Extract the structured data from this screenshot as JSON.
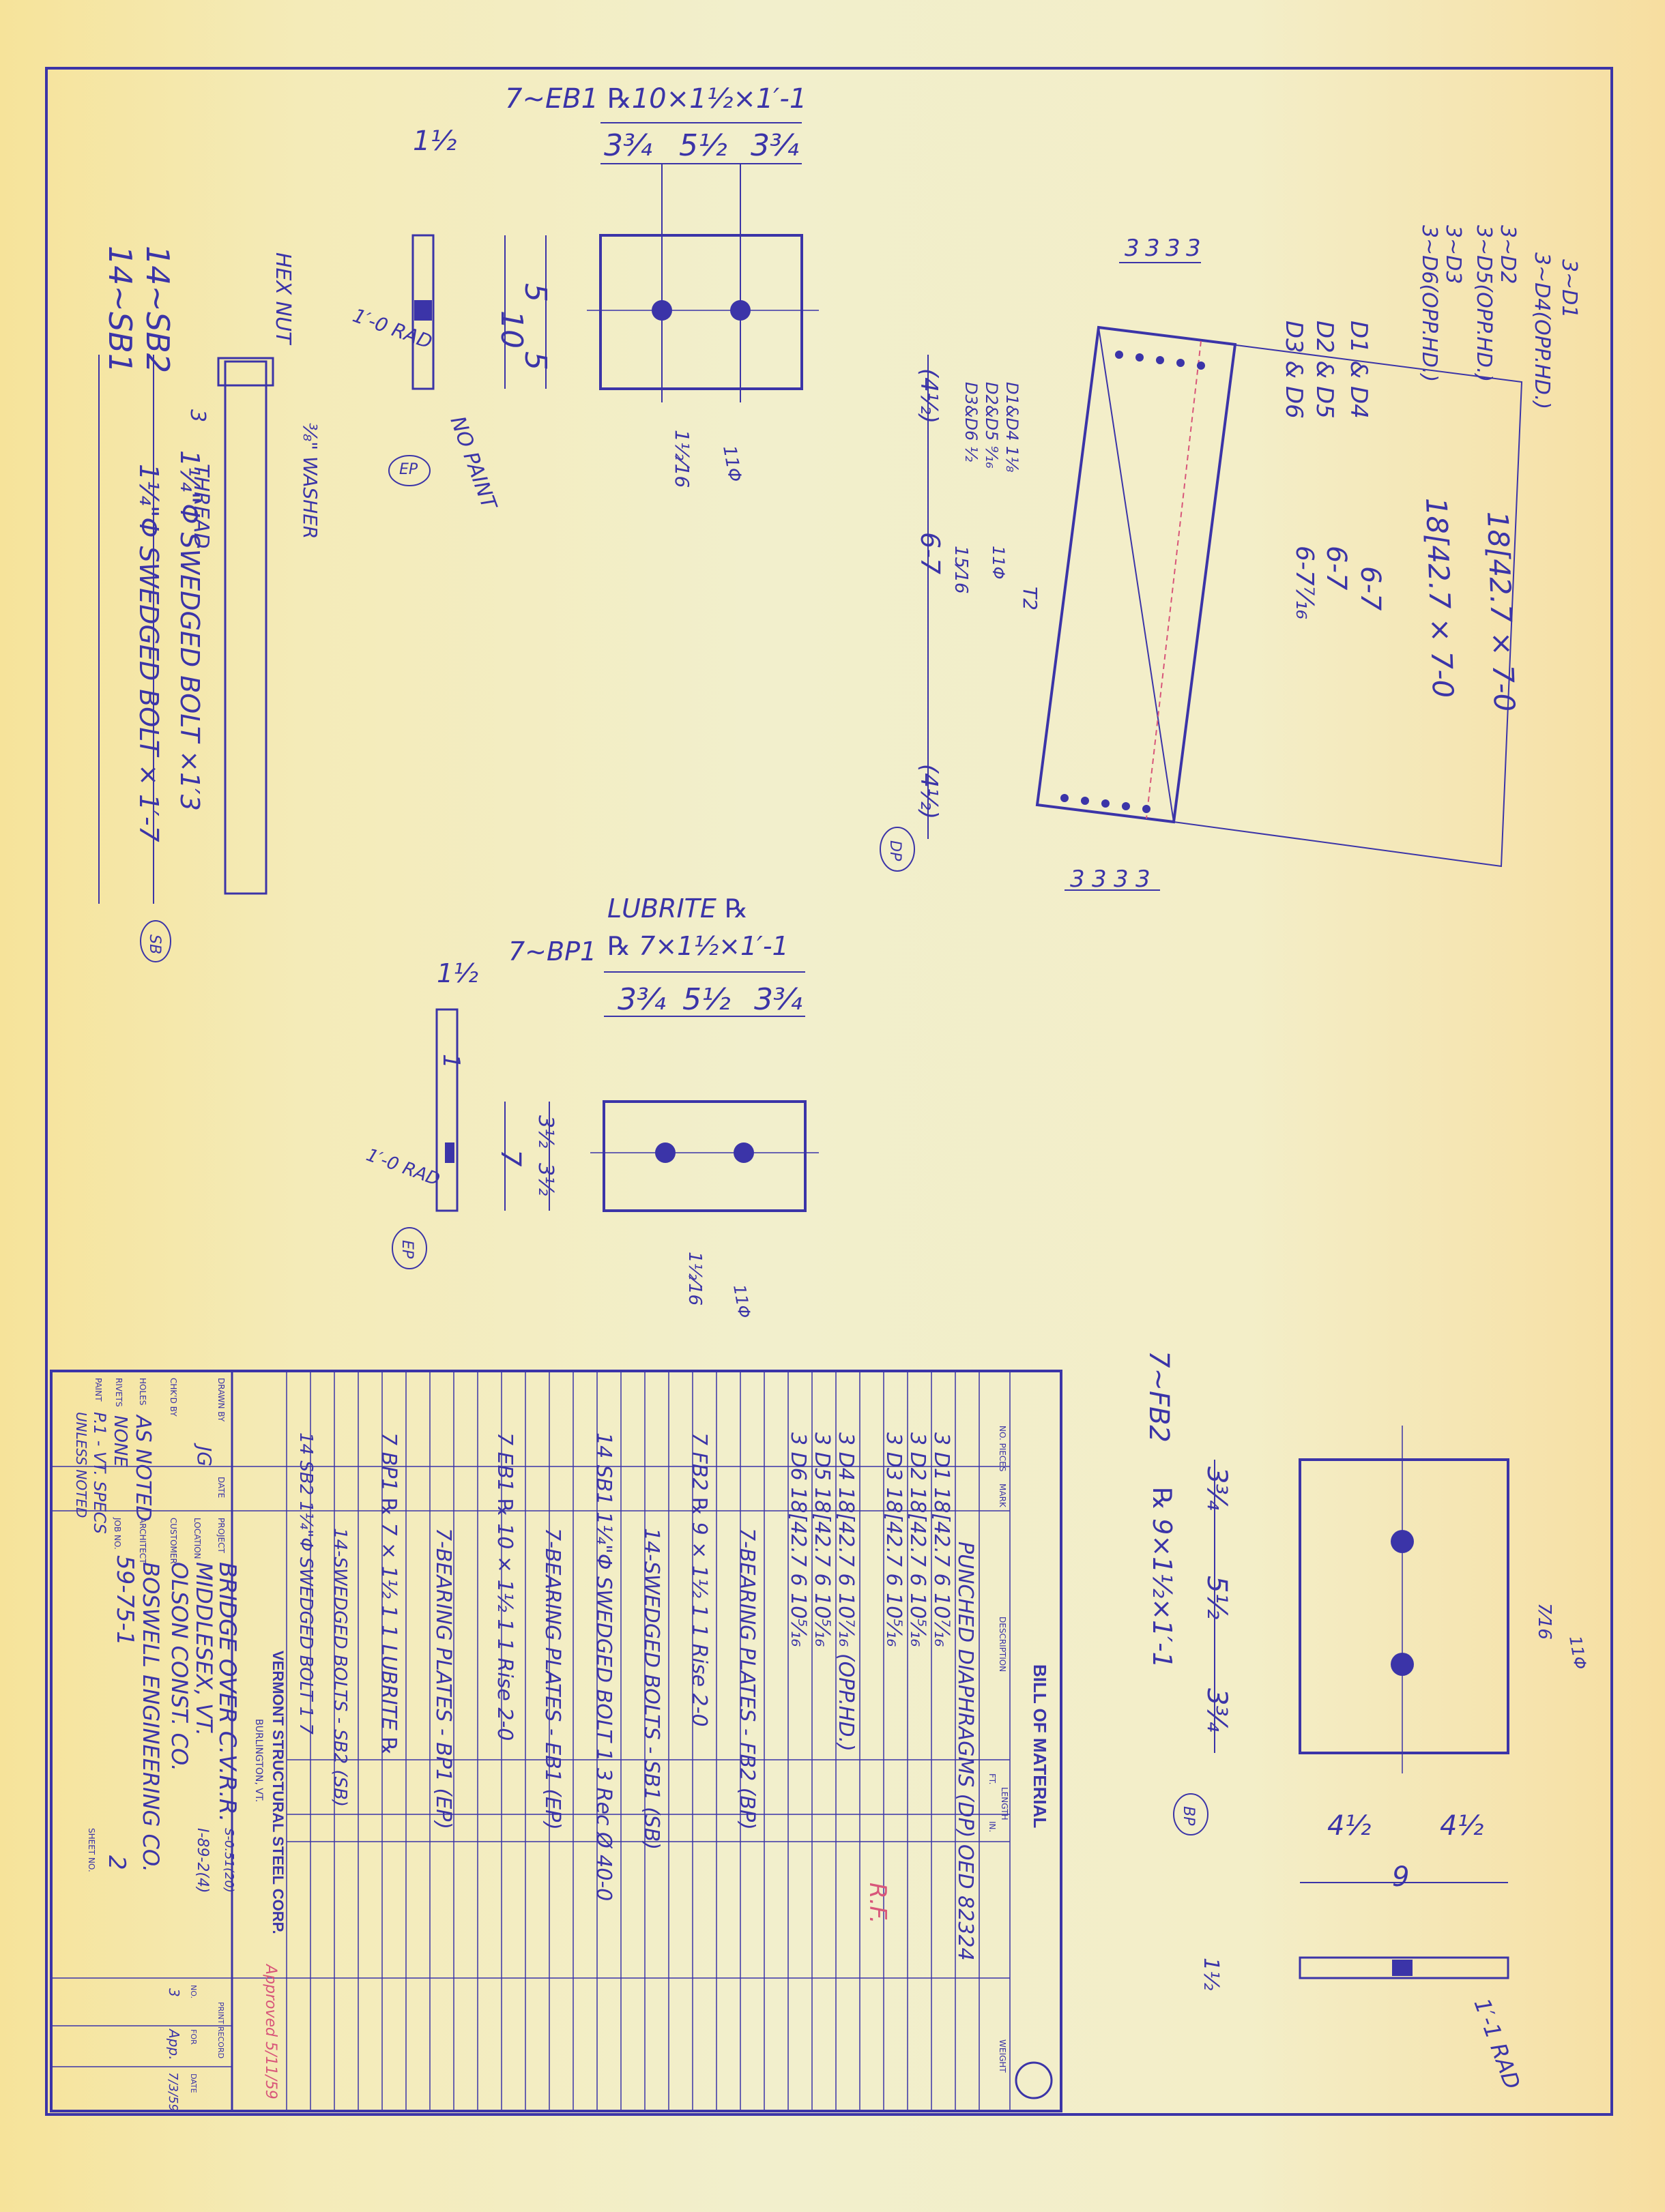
{
  "colors": {
    "ink": "#3b34a8",
    "paper": "#f2efcc",
    "paper_edge": "#f6e39a",
    "red": "#d8567a"
  },
  "ep": {
    "title": "7~EB1  ℞10×1½×1′-1",
    "top_dims": [
      "3¾",
      "5½",
      "3¾"
    ],
    "thickness": "1½",
    "side_dims": [
      "5",
      "5"
    ],
    "height": "10",
    "rad": "1′-0 RAD",
    "no_paint": "NO PAINT",
    "weld": "1½⁄16",
    "weld_sym": "11Φ",
    "tag": "EP"
  },
  "sb": {
    "marks": [
      "14~SB1",
      "14~SB2"
    ],
    "hex_nut": "HEX NUT",
    "washer": "⅜\" WASHER",
    "thread": "THREAD",
    "three": "3",
    "bolt1": "1¼\"Φ SWEDGED BOLT ×1′3",
    "bolt2": "1¼\"Φ SWEDGED BOLT × 1′-7",
    "tag": "SB"
  },
  "dp": {
    "marks": [
      "3~D1",
      "3~D4(OPP.HD.)",
      "3~D2",
      "3~D5(OPP.HD.)",
      "3~D3",
      "3~D6(OPP.HD.)"
    ],
    "hole_dims_top": [
      "3",
      "3",
      "3",
      "3"
    ],
    "hole_dims_bot": [
      "3",
      "3",
      "3",
      "3"
    ],
    "pair_marks": [
      "D1 & D4",
      "D2 & D5",
      "D3 & D6"
    ],
    "lengths": [
      "18[42.7 × 7-0",
      "18[42.7 × 7-0",
      "6-7",
      "6-7",
      "6-7⁷⁄₁₆"
    ],
    "offset_notes": [
      "D1&D4 1⅛",
      "D2&D5 ⁹⁄₁₆",
      "D3&D6 ½"
    ],
    "end_dims": [
      "(4½)",
      "6-7",
      "(4½)"
    ],
    "weld": "15⁄16",
    "weld_sym": "11Φ",
    "t2": "T2",
    "tag": "DP"
  },
  "bp": {
    "lubrite": "LUBRITE ℞",
    "title": "7~BP1",
    "plate": "℞ 7×1½×1′-1",
    "top_dims": [
      "3¾",
      "5½",
      "3¾"
    ],
    "thickness": "1½",
    "side_dims": [
      "3½",
      "3½"
    ],
    "height": "7",
    "one": "1",
    "rad": "1′-0 RAD",
    "weld": "1½⁄16",
    "weld_sym": "11Φ",
    "tag": "EP"
  },
  "fb": {
    "title": "7~FB2",
    "plate": "℞ 9×1½×1′-1",
    "dims": [
      "3¾",
      "5½",
      "3¾"
    ],
    "half_dims": [
      "4½",
      "4½"
    ],
    "width": "9",
    "thickness": "1½",
    "rad": "1′-1 RAD",
    "weld": "7⁄16",
    "weld_sym": "11Φ",
    "tag": "BP"
  },
  "bom": {
    "title": "BILL OF MATERIAL",
    "headers": [
      "NO. PIECES",
      "MARK",
      "DESCRIPTION",
      "FT.",
      "IN.",
      "LENGTH",
      "WEIGHT"
    ],
    "rows": [
      "PUNCHED DIAPHRAGMS (DP)  OED 82324",
      "3  D1  18[42.7   6  10⁷⁄₁₆",
      "3  D2  18[42.7   6  10⁵⁄₁₆",
      "3  D3  18[42.7   6  10⁵⁄₁₆",
      "3  D4  18[42.7   6  10⁷⁄₁₆  (OPP.HD.)",
      "3  D5  18[42.7   6  10⁵⁄₁₆",
      "3  D6  18[42.7   6  10⁵⁄₁₆",
      "7-BEARING PLATES - FB2 (BP)",
      "7  FB2  ℞ 9 × 1½   1  1   Rise 2-0",
      "14-SWEDGED BOLTS - SB1 (SB)",
      "14  SB1  1¼\"Φ SWEDGED BOLT   1  3   Rec Ø 40-0",
      "7-BEARING PLATES - EB1 (EP)",
      "7  EB1  ℞ 10 × 1½   1  1   Rise 2-0",
      "7-BEARING PLATES - BP1 (EP)",
      "7  BP1  ℞ 7 × 1½   1  1  LUBRITE ℞",
      "14-SWEDGED BOLTS - SB2 (SB)",
      "14  SB2  1¼\"Φ SWEDGED BOLT   1  7"
    ],
    "red_note": "R.F.",
    "company": "VERMONT STRUCTURAL STEEL CORP.",
    "city": "BURLINGTON, VT.",
    "labels": {
      "holes": "HOLES",
      "rivets": "RIVETS",
      "paint": "PAINT",
      "drawn_by": "DRAWN BY",
      "chkd_by": "CHK'D BY",
      "date": "DATE",
      "project": "PROJECT",
      "location": "LOCATION",
      "customer": "CUSTOMER",
      "architect": "ARCHITECT",
      "job_no": "JOB NO.",
      "sheet_no": "SHEET NO.",
      "print_record": "PRINT RECORD",
      "no": "NO.",
      "for": "FOR"
    },
    "values": {
      "holes": "AS NOTED",
      "rivets": "NONE",
      "paint": "P.1 - VT. SPECS",
      "paint_note": "UNLESS NOTED",
      "drawn_by": "JG",
      "project": "BRIDGE OVER C.V.R.R.",
      "project_note": "S-0.51(20)",
      "location": "MIDDLESEX, VT.",
      "location_note": "I-89-2(4)",
      "customer": "OLSON CONST. CO.",
      "architect": "BOSWELL ENGINEERING CO.",
      "job_no": "59-75-1",
      "sheet_no": "2",
      "print_no": "3",
      "print_for": "App.",
      "print_date": "7/3/59",
      "approved": "Approved 5/11/59"
    }
  }
}
